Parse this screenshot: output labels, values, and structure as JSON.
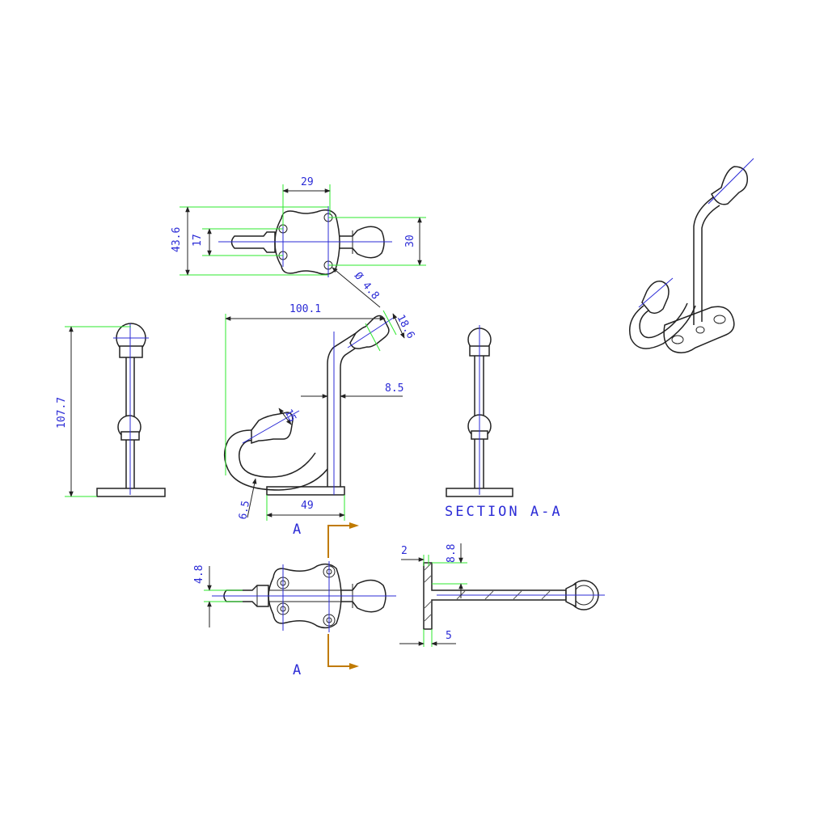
{
  "dimensions": {
    "top_width": "29",
    "top_height": "43.6",
    "top_hole_pitch": "17",
    "top_plate_height": "30",
    "hole_dia": "Ø 4.8",
    "overall_width": "100.1",
    "knob_dia": "18.6",
    "rod_dia": "8.5",
    "small_knob_dia": "15",
    "plate_thickness": "6.5",
    "base_length": "49",
    "overall_height": "107.7",
    "bottom_offset": "4.8",
    "sec_wall": "2",
    "sec_top": "8.8",
    "sec_thick": "5"
  },
  "labels": {
    "section_title": "SECTION A-A",
    "cut_label_top": "A",
    "cut_label_bottom": "A"
  },
  "colors": {
    "dimension_text": "#2b2bd6",
    "extension_lines": "#2ee82e",
    "cut_plane": "#c07a00",
    "outline": "#222222"
  }
}
